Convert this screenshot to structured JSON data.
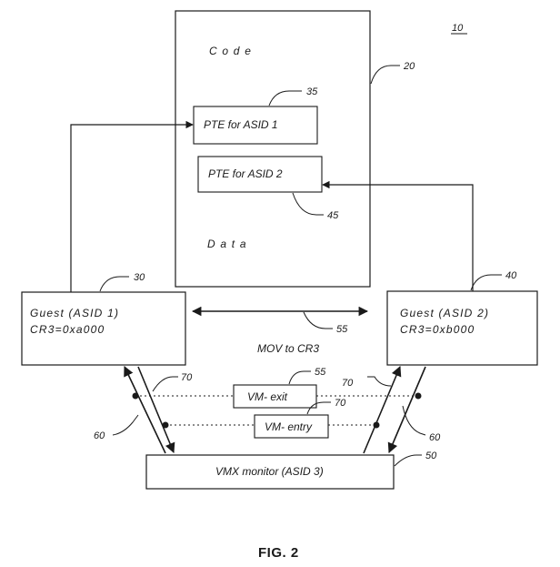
{
  "figure": {
    "ref_number": "10",
    "caption": "FIG. 2"
  },
  "memory": {
    "ref": "20",
    "code_label": "C o d e",
    "data_label": "D a t a",
    "pte1": {
      "label": "PTE  for ASID 1",
      "ref": "35"
    },
    "pte2": {
      "label": "PTE  for ASID 2",
      "ref": "45"
    }
  },
  "guest1": {
    "line1": "Guest (ASID 1)",
    "line2": "CR3=0xa000",
    "ref": "30"
  },
  "guest2": {
    "line1": "Guest (ASID 2)",
    "line2": "CR3=0xb000",
    "ref": "40"
  },
  "mov": {
    "label": "MOV to CR3",
    "ref": "55"
  },
  "vm_exit": {
    "label": "VM- exit",
    "ref": "55"
  },
  "vm_entry": {
    "label": "VM- entry",
    "ref": "70"
  },
  "arrow_refs": {
    "left_70": "70",
    "right_70": "70",
    "left_60": "60",
    "right_60": "60"
  },
  "monitor": {
    "label": "VMX monitor (ASID 3)",
    "ref": "50"
  },
  "colors": {
    "line": "#1a1a1a",
    "background": "#ffffff"
  }
}
